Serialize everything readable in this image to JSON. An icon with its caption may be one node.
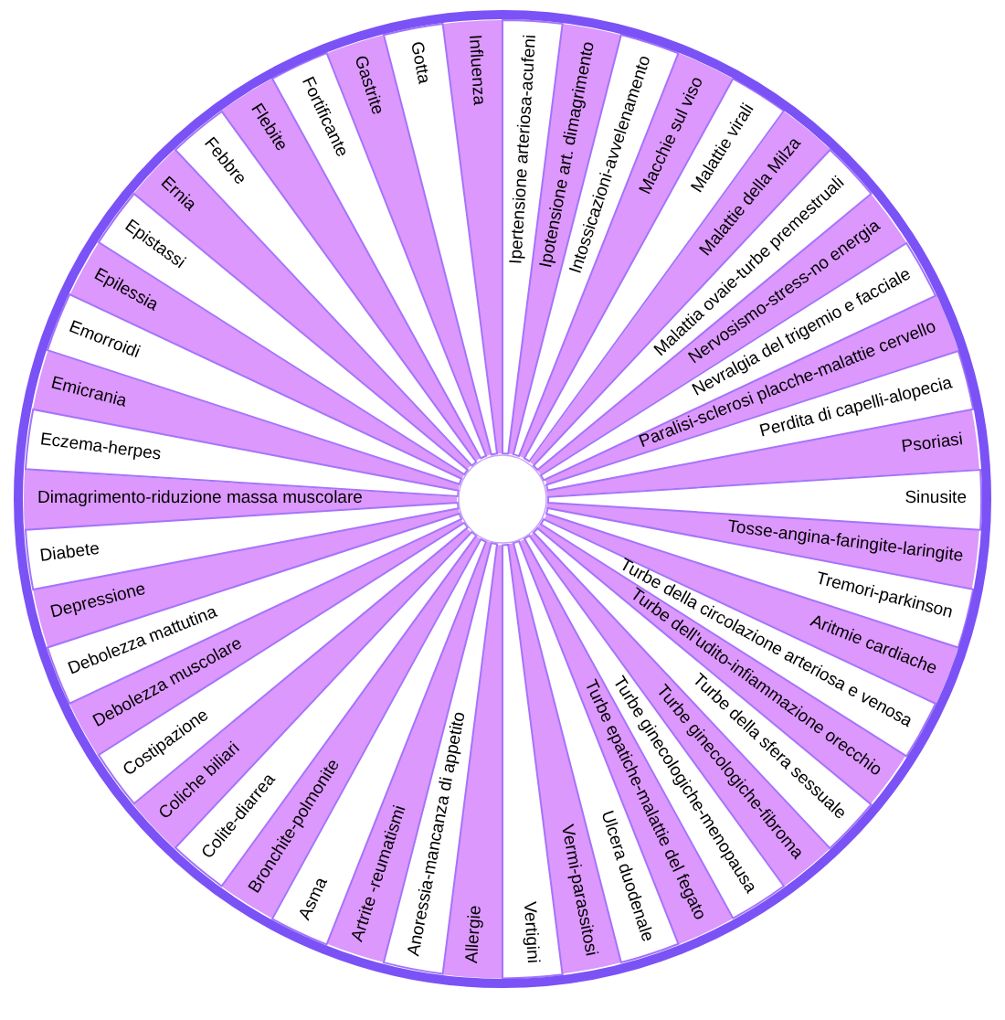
{
  "diagram": {
    "nodes": [
      {
        "text": [
          "Ipertensione arteriosa-acufeni"
        ]
      },
      {
        "text": [
          "Ipotensione art. dimagrimento"
        ]
      },
      {
        "text": [
          "Intossicazioni-avvelenamento"
        ]
      },
      {
        "text": [
          "Macchie sul viso"
        ]
      },
      {
        "text": [
          "Malattie virali"
        ]
      },
      {
        "text": [
          "Malattie della Milza"
        ]
      },
      {
        "text": [
          "Malattia ovaie-turbe premestruali"
        ]
      },
      {
        "text": [
          "Nervosismo-stress-no energia"
        ]
      },
      {
        "text": [
          "Nevralgia del trigemio e facciale"
        ]
      },
      {
        "text": [
          "Paralisi-sclerosi placche-malattie cervello"
        ]
      },
      {
        "text": [
          "Perdita di capelli-alopecia"
        ]
      },
      {
        "text": [
          "Psoriasi"
        ]
      },
      {
        "text": [
          "Sinusite"
        ]
      },
      {
        "text": [
          "Tosse-angina-faringite-laringite"
        ]
      },
      {
        "text": [
          "Tremori-parkinson"
        ]
      },
      {
        "text": [
          "Aritmie cardiache"
        ]
      },
      {
        "text": [
          "Turbe della circolazione arteriosa e venosa"
        ]
      },
      {
        "text": [
          "Turbe dell'udito-infiammazione orecchio"
        ]
      },
      {
        "text": [
          "Turbe della sfera sessuale"
        ]
      },
      {
        "text": [
          "Turbe ginecologiche-fibroma"
        ]
      },
      {
        "text": [
          "Turbe ginecologiche-menopausa"
        ]
      },
      {
        "text": [
          "Turbe epatiche-malattie del fegato"
        ]
      },
      {
        "text": [
          "Ulcera duodenale"
        ]
      },
      {
        "text": [
          "Vermi-parassitosi"
        ]
      },
      {
        "text": [
          "Vertigini"
        ]
      },
      {
        "text": [
          "Allergie"
        ]
      },
      {
        "text": [
          "Anoressia-mancanza di appetito"
        ]
      },
      {
        "text": [
          "Artrite -reumatismi"
        ]
      },
      {
        "text": [
          "Asma"
        ]
      },
      {
        "text": [
          "Bronchite-polmonite"
        ]
      },
      {
        "text": [
          "Colite-diarrea"
        ]
      },
      {
        "text": [
          "Coliche biliari"
        ]
      },
      {
        "text": [
          "Costipazione"
        ]
      },
      {
        "text": [
          "Debolezza muscolare"
        ]
      },
      {
        "text": [
          "Debolezza mattutina"
        ]
      },
      {
        "text": [
          "Depressione"
        ]
      },
      {
        "text": [
          "Diabete"
        ]
      },
      {
        "text": [
          "Dimagrimento-riduzione massa muscolare"
        ]
      },
      {
        "text": [
          "Eczema-herpes"
        ]
      },
      {
        "text": [
          "Emicrania"
        ]
      },
      {
        "text": [
          "Emorroidi"
        ]
      },
      {
        "text": [
          "Epilessia"
        ]
      },
      {
        "text": [
          "Epistassi"
        ]
      },
      {
        "text": [
          "Ernia"
        ]
      },
      {
        "text": [
          "Febbre"
        ]
      },
      {
        "text": [
          "Flebite"
        ]
      },
      {
        "text": [
          "Fortificante"
        ]
      },
      {
        "text": [
          "Gastrite"
        ]
      },
      {
        "text": [
          "Gotta"
        ]
      },
      {
        "text": [
          "Influenza"
        ]
      }
    ]
  }
}
